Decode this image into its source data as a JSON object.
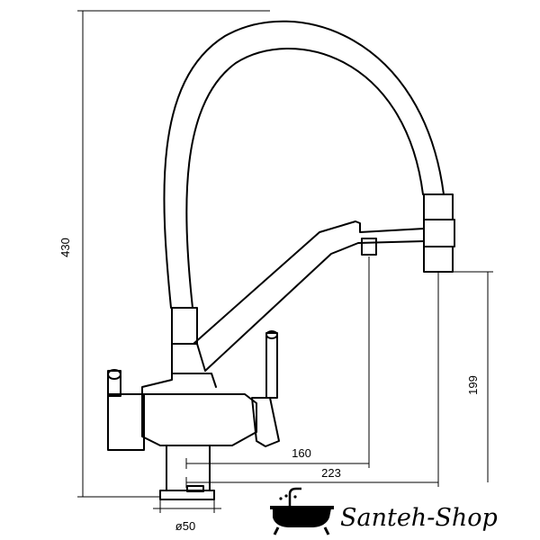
{
  "dimensions": {
    "height_total": "430",
    "height_spout": "199",
    "reach_filter": "160",
    "reach_main": "223",
    "base_diameter": "ø50"
  },
  "logo": {
    "text": "Santeh-Shop"
  }
}
